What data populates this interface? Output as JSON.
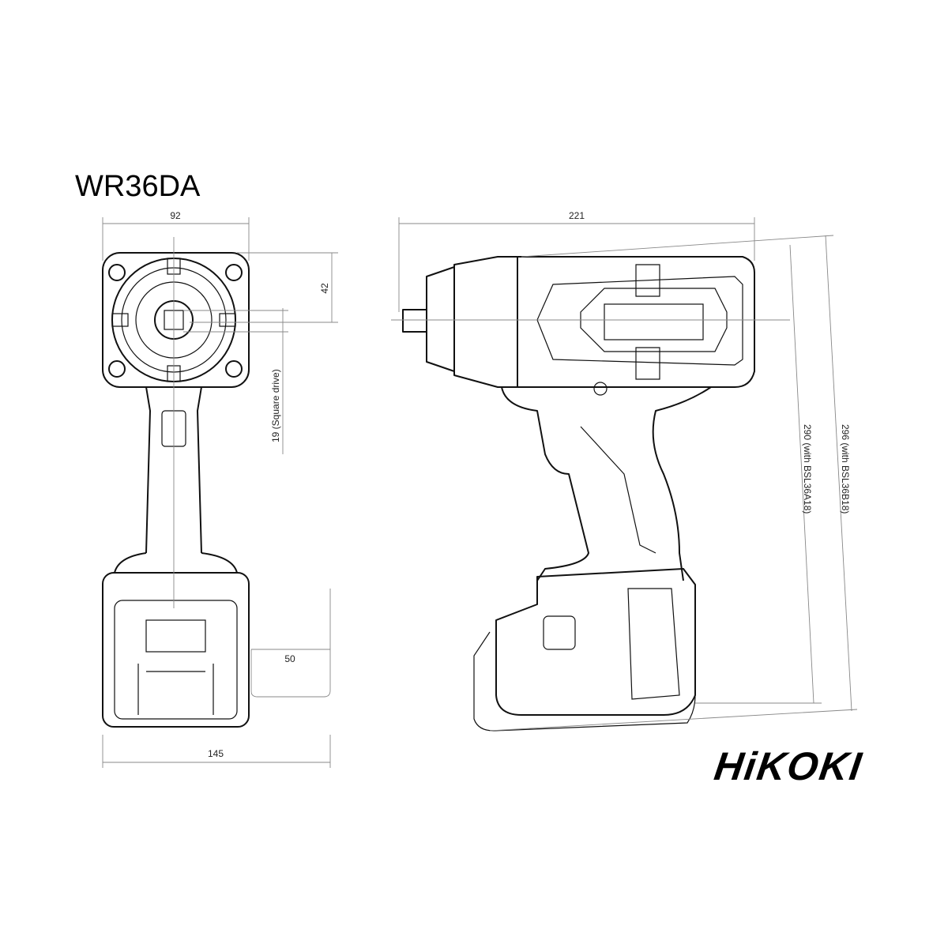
{
  "title": "WR36DA",
  "dimensions": {
    "front_width": "92",
    "head_height": "42",
    "square_drive": "19  (Square drive)",
    "side_length": "221",
    "height_a": "290  (with BSL36A18)",
    "height_b": "296  (with BSL36B18)",
    "belt_hook": "50",
    "front_total_width": "145"
  },
  "brand": {
    "logo_text": "HiKOKI",
    "color": "#000000"
  }
}
